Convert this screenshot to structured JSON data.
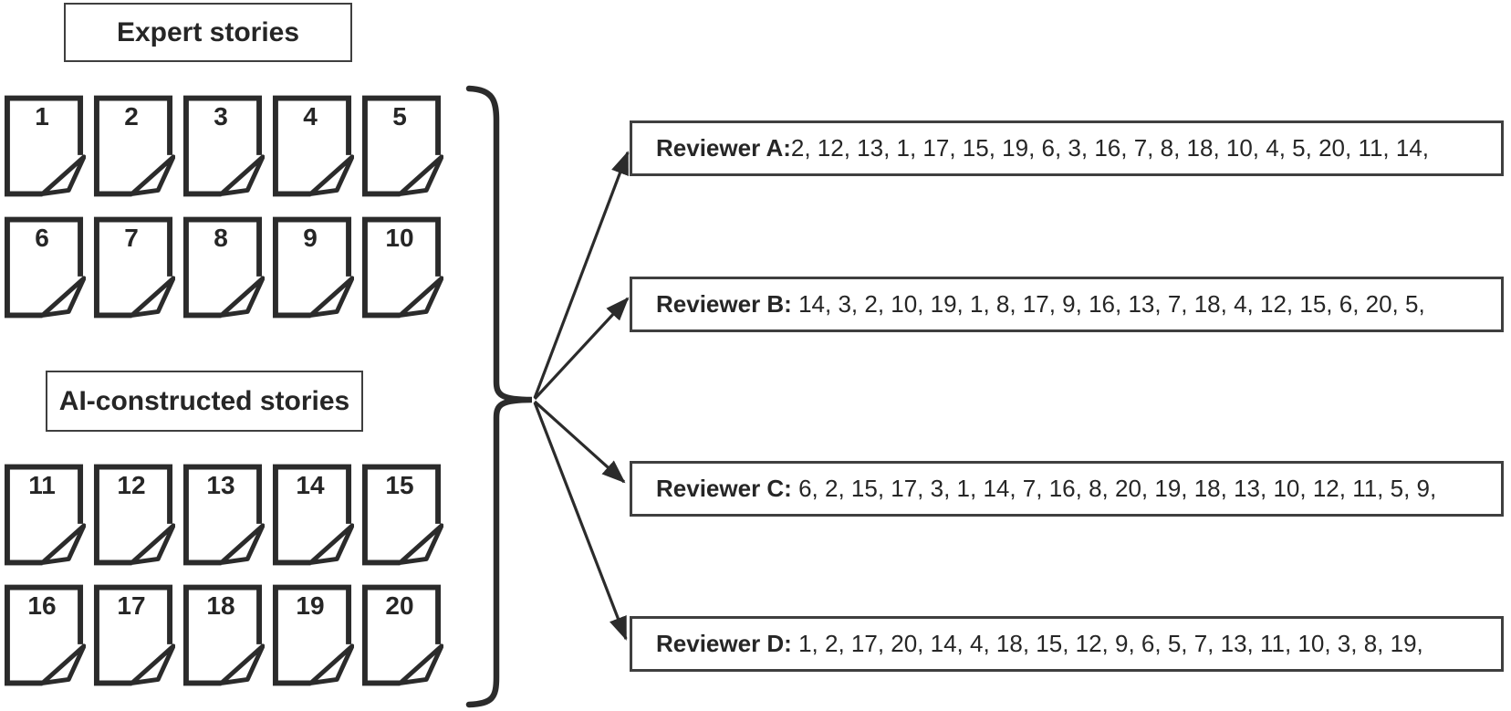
{
  "colors": {
    "ink": "#2b2b2b",
    "box_border": "#3f3f3f"
  },
  "groups": {
    "expert": {
      "title": "Expert stories",
      "docs": [
        "1",
        "2",
        "3",
        "4",
        "5",
        "6",
        "7",
        "8",
        "9",
        "10"
      ]
    },
    "ai": {
      "title": "AI-constructed stories",
      "docs": [
        "11",
        "12",
        "13",
        "14",
        "15",
        "16",
        "17",
        "18",
        "19",
        "20"
      ]
    }
  },
  "reviewers": [
    {
      "label": "Reviewer A:",
      "numbers": "2, 12, 13, 1, 17, 15, 19, 6, 3, 16, 7, 8, 18, 10, 4, 5, 20, 11, 14,"
    },
    {
      "label": "Reviewer B:",
      "numbers": " 14, 3, 2, 10, 19, 1, 8, 17, 9, 16, 13, 7, 18, 4, 12, 15, 6, 20, 5,"
    },
    {
      "label": "Reviewer C:",
      "numbers": " 6, 2, 15, 17, 3, 1, 14, 7, 16, 8, 20, 19, 18, 13, 10, 12, 11, 5, 9,"
    },
    {
      "label": "Reviewer D:",
      "numbers": " 1, 2, 17, 20, 14, 4, 18, 15, 12, 9, 6, 5, 7, 13, 11, 10, 3, 8, 19,"
    }
  ]
}
